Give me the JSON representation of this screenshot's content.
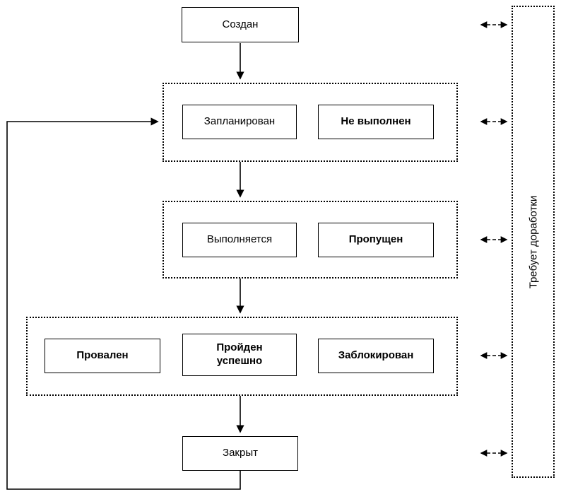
{
  "nodes": {
    "created": "Создан",
    "planned": "Запланирован",
    "not_executed": "Не выполнен",
    "in_progress": "Выполняется",
    "skipped": "Пропущен",
    "failed": "Провален",
    "passed": "Пройден\nуспешно",
    "blocked": "Заблокирован",
    "closed": "Закрыт",
    "needs_rework": "Требует доработки"
  },
  "colors": {
    "line": "#000000",
    "background": "#ffffff"
  }
}
